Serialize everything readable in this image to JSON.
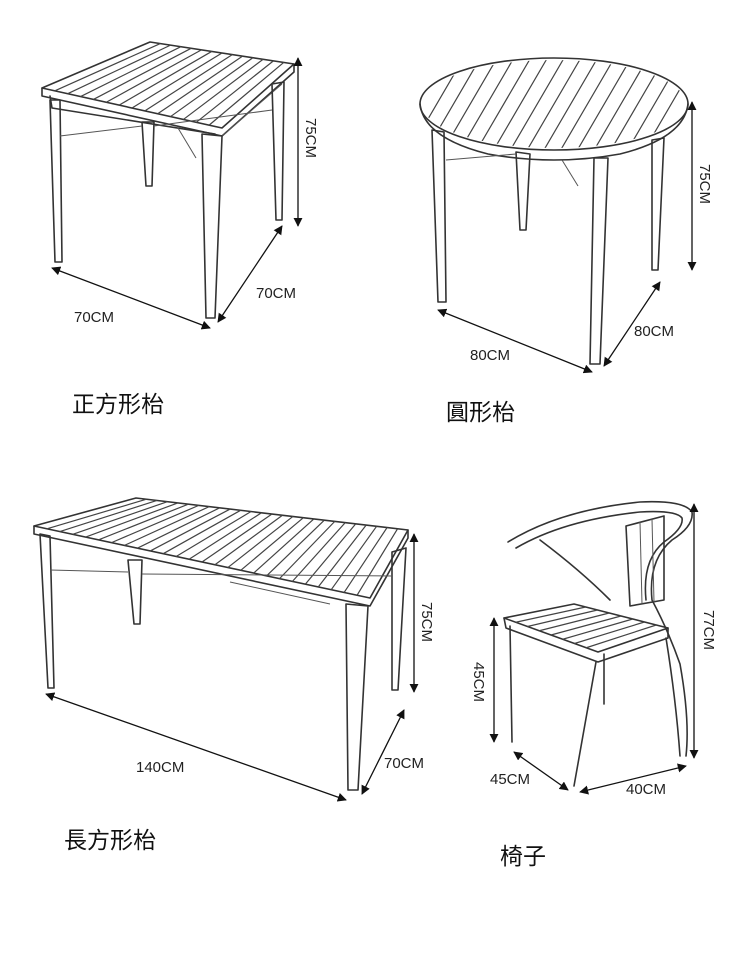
{
  "items": [
    {
      "caption": "正方形枱",
      "dims": {
        "height": "75CM",
        "width": "70CM",
        "depth": "70CM"
      }
    },
    {
      "caption": "圓形枱",
      "dims": {
        "height": "75CM",
        "width": "80CM",
        "depth": "80CM"
      }
    },
    {
      "caption": "長方形枱",
      "dims": {
        "height": "75CM",
        "width": "140CM",
        "depth": "70CM"
      }
    },
    {
      "caption": "椅子",
      "dims": {
        "total_height": "77CM",
        "seat_height": "45CM",
        "width": "45CM",
        "depth": "40CM"
      }
    }
  ]
}
